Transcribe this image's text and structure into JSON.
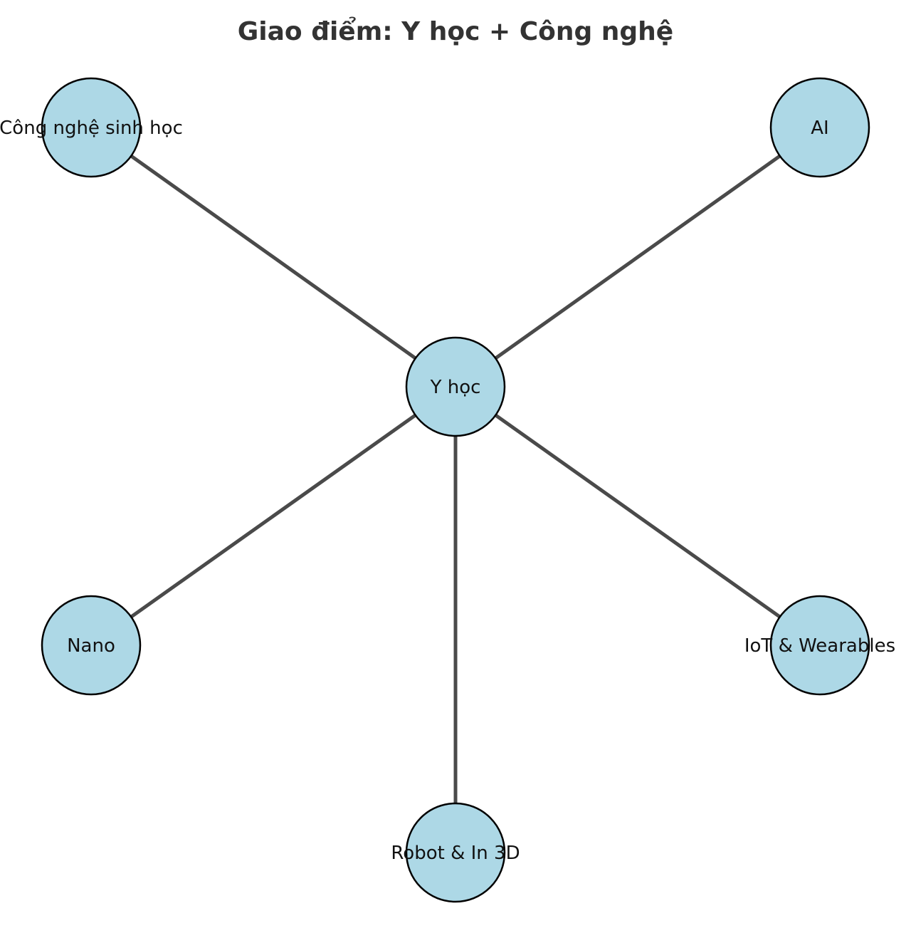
{
  "title": "Giao điểm: Y học + Công nghệ",
  "colors": {
    "title_text": "#333333",
    "node_fill": "#add8e6",
    "node_stroke": "#000000",
    "edge": "#4a4a4a",
    "label_text": "#111111"
  },
  "center": {
    "id": "center",
    "label": "Y học"
  },
  "spokes": [
    {
      "id": "ai",
      "label": "AI"
    },
    {
      "id": "biotech",
      "label": "Công nghệ sinh học"
    },
    {
      "id": "nano",
      "label": "Nano"
    },
    {
      "id": "robot3d",
      "label": "Robot & In 3D"
    },
    {
      "id": "iot",
      "label": "IoT & Wearables"
    }
  ]
}
